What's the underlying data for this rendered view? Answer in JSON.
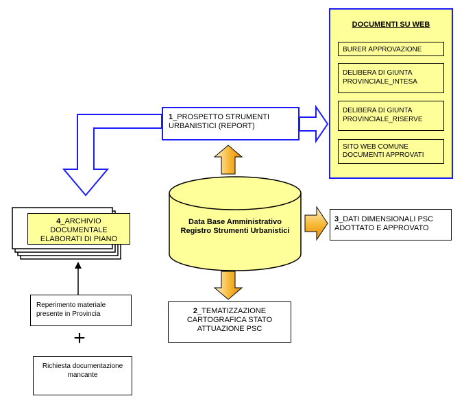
{
  "web_panel": {
    "title": "DOCUMENTI SU WEB",
    "items": [
      "BURER APPROVAZIONE",
      "DELIBERA DI GIUNTA PROVINCIALE_INTESA",
      "DELIBERA DI GIUNTA PROVINCIALE_RISERVE",
      "SITO WEB COMUNE DOCUMENTI APPROVATI"
    ]
  },
  "prospetto": {
    "num": "1",
    "text": "_PROSPETTO STRUMENTI URBANISTICI (REPORT)"
  },
  "database": {
    "text": "Data Base Amministrativo Registro Strumenti Urbanistici"
  },
  "dati": {
    "num": "3",
    "text": "_DATI DIMENSIONALI PSC ADOTTATO E APPROVATO"
  },
  "tematizzazione": {
    "num": "2",
    "text": "_TEMATIZZAZIONE CARTOGRAFICA STATO ATTUAZIONE PSC"
  },
  "archivio": {
    "num": "4",
    "text": "_ARCHIVIO DOCUMENTALE ELABORATI DI PIANO"
  },
  "reperimento": {
    "text": "Reperimento materiale presente in Provincia"
  },
  "plus": "+",
  "richiesta": {
    "text": "Richiesta documentazione mancante"
  },
  "colors": {
    "blue": "#1a1aff",
    "yellow": "#ffff99",
    "arrow_orange": "#f0a020"
  }
}
